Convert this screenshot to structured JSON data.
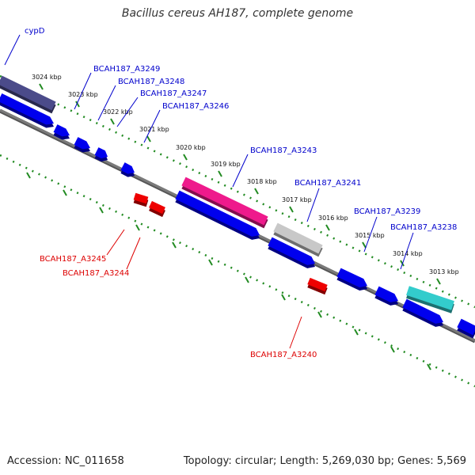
{
  "title": "Bacillus cereus AH187, complete genome",
  "footer": {
    "accession": "Accession: NC_011658",
    "topology": "Topology: circular; Length: 5,269,030 bp; Genes: 5,569"
  },
  "colors": {
    "forward_label": "#0000cc",
    "reverse_label": "#dd0000",
    "backbone": "#7a7a7a",
    "tick": "#228b22",
    "cds": "#0000ee",
    "rev_cds": "#ee0000"
  },
  "ticks": [
    {
      "label": "3024 kbp"
    },
    {
      "label": "3023 kbp"
    },
    {
      "label": "3022 kbp"
    },
    {
      "label": "3021 kbp"
    },
    {
      "label": "3020 kbp"
    },
    {
      "label": "3019 kbp"
    },
    {
      "label": "3018 kbp"
    },
    {
      "label": "3017 kbp"
    },
    {
      "label": "3016 kbp"
    },
    {
      "label": "3015 kbp"
    },
    {
      "label": "3014 kbp"
    },
    {
      "label": "3013 kbp"
    }
  ],
  "forward_labels": [
    {
      "name": "cypD"
    },
    {
      "name": "BCAH187_A3249"
    },
    {
      "name": "BCAH187_A3248"
    },
    {
      "name": "BCAH187_A3247"
    },
    {
      "name": "BCAH187_A3246"
    },
    {
      "name": "BCAH187_A3243"
    },
    {
      "name": "BCAH187_A3241"
    },
    {
      "name": "BCAH187_A3239"
    },
    {
      "name": "BCAH187_A3238"
    }
  ],
  "reverse_labels": [
    {
      "name": "BCAH187_A3245"
    },
    {
      "name": "BCAH187_A3244"
    },
    {
      "name": "BCAH187_A3240"
    }
  ]
}
